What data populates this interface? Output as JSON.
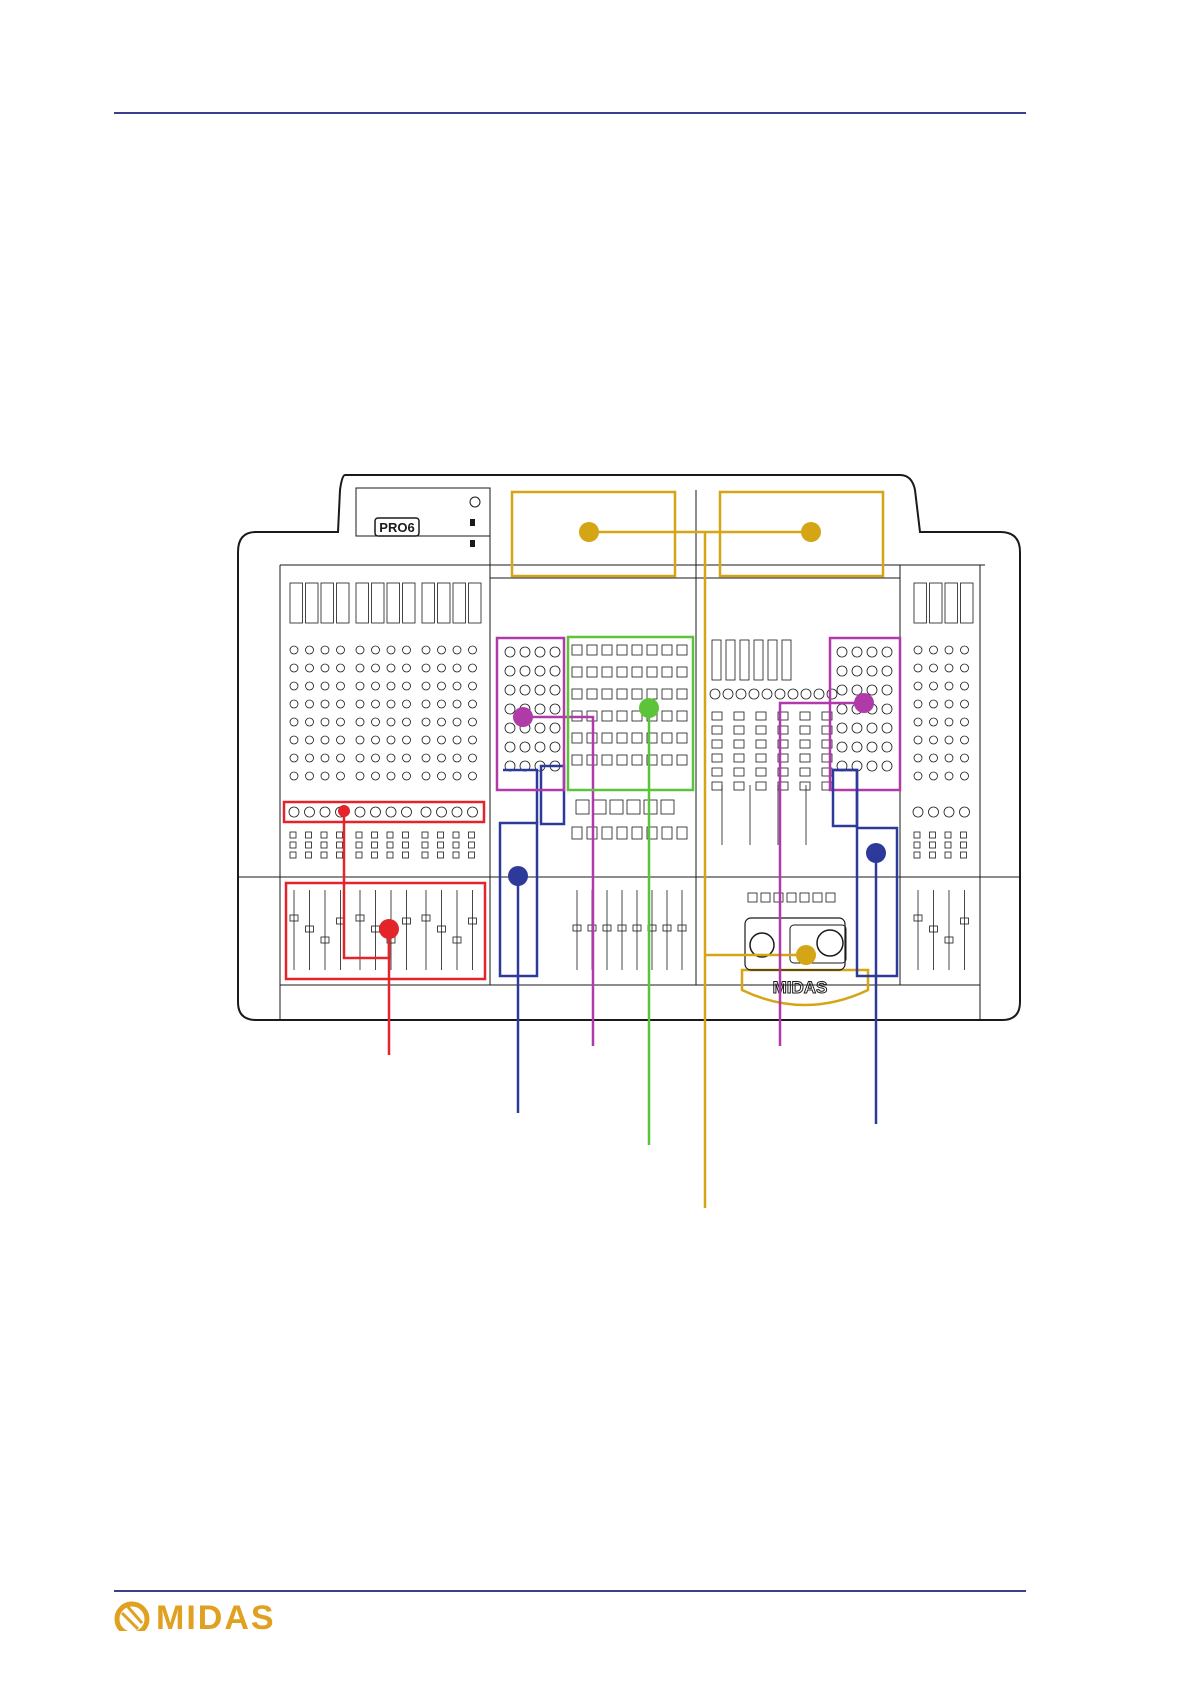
{
  "colors": {
    "rule": "#3a3f8f",
    "outline": "#1a1a1a",
    "red": "#e3242b",
    "blue": "#2e3a9a",
    "magenta": "#b03aa8",
    "green": "#5cc43a",
    "gold": "#d4a514",
    "logo": "#e0a020"
  },
  "console": {
    "model_logo": "PRO6",
    "brand_logo": "MIDAS"
  },
  "callouts": [
    {
      "id": "red",
      "color": "red"
    },
    {
      "id": "blue-l",
      "color": "blue"
    },
    {
      "id": "mag-l",
      "color": "magenta"
    },
    {
      "id": "green",
      "color": "green"
    },
    {
      "id": "gold",
      "color": "gold"
    },
    {
      "id": "mag-r",
      "color": "magenta"
    },
    {
      "id": "blue-r",
      "color": "blue"
    }
  ],
  "footer": {
    "brand": "MIDAS"
  }
}
